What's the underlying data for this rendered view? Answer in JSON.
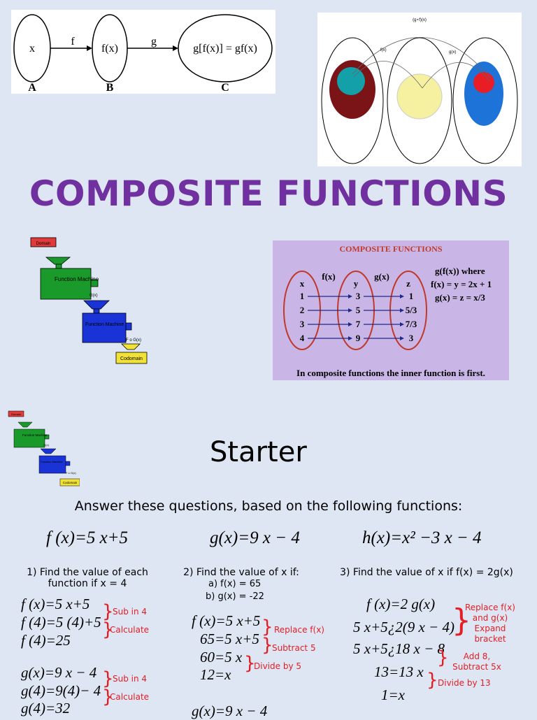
{
  "diagram_abc": {
    "x_label": "x",
    "f_label": "f",
    "fx_label": "f(x)",
    "g_label": "g",
    "gfx_label": "g[f(x)] = gf(x)",
    "a_label": "A",
    "b_label": "B",
    "c_label": "C"
  },
  "venn": {
    "top_label": "(g∘f)(x)",
    "fx_label": "f(x)",
    "gx_label": "g(x)"
  },
  "title": "COMPOSITE FUNCTIONS",
  "machine_large": {
    "domain": "Domain",
    "fm_label": "Function Machine",
    "gx": "G(x)",
    "fm2_label": "Function Machine",
    "fgx": "F o G(x)",
    "codomain": "Codomain"
  },
  "machine_small": {
    "domain": "Domain",
    "fm_label": "Function Machine",
    "gx": "G(x)",
    "fm2_label": "Function Machine",
    "fgx": "F o G(x)",
    "codomain": "Codomain"
  },
  "cf_panel": {
    "title": "COMPOSITE FUNCTIONS",
    "fx": "f(x)",
    "gx": "g(x)",
    "col_x": "x",
    "col_y": "y",
    "col_z": "z",
    "x_vals": [
      "1",
      "2",
      "3",
      "4"
    ],
    "y_vals": [
      "3",
      "5",
      "7",
      "9"
    ],
    "z_vals": [
      "1",
      "5/3",
      "7/3",
      "3"
    ],
    "rule1": "g(f(x)) where",
    "rule2": "f(x) = y = 2x + 1",
    "rule3": "g(x) = z = x/3",
    "footer": "In composite functions the inner function is first."
  },
  "starter": "Starter",
  "instruction": "Answer these questions, based on the following functions:",
  "functions": {
    "f": "f (x)=5 x+5",
    "g": "g(x)=9 x − 4",
    "h": "h(x)=x² −3 x − 4"
  },
  "q1": {
    "heading": "1) Find the value of each function if x = 4",
    "f_lines": [
      "f (x)=5 x+5",
      "f (4)=5 (4)+5",
      "f (4)=25"
    ],
    "f_notes": [
      "Sub in 4",
      "Calculate"
    ],
    "g_lines": [
      "g(x)=9 x − 4",
      "g(4)=9(4)− 4",
      "g(4)=32"
    ],
    "g_notes": [
      "Sub in 4",
      "Calculate"
    ]
  },
  "q2": {
    "heading": "2) Find the value of x if:",
    "parts": [
      "a)   f(x) = 65",
      "b)   g(x) = -22"
    ],
    "lines": [
      "f (x)=5 x+5",
      "65=5 x+5",
      "60=5 x",
      "12=x"
    ],
    "notes": [
      "Replace f(x)",
      "Subtract 5",
      "Divide by 5"
    ],
    "b_line": "g(x)=9 x − 4"
  },
  "q3": {
    "heading": "3) Find the value of x if f(x) = 2g(x)",
    "lines": [
      "f (x)=2 g(x)",
      "5 x+5¿2(9 x − 4)",
      "5 x+5¿18 x − 8",
      "13=13 x",
      "1=x"
    ],
    "notes": [
      "Replace f(x) and g(x) Expand bracket",
      "Add 8, Subtract 5x",
      "Divide by 13"
    ]
  },
  "colors": {
    "background": "#dde6f2",
    "title": "#7030a0",
    "annotation": "#e31e24",
    "panel_purple": "#c9b6e6",
    "maroon": "#7b1416",
    "teal": "#14a0a8",
    "yellow": "#f5f1a0",
    "blue": "#1e73d9",
    "red": "#e81d25"
  }
}
